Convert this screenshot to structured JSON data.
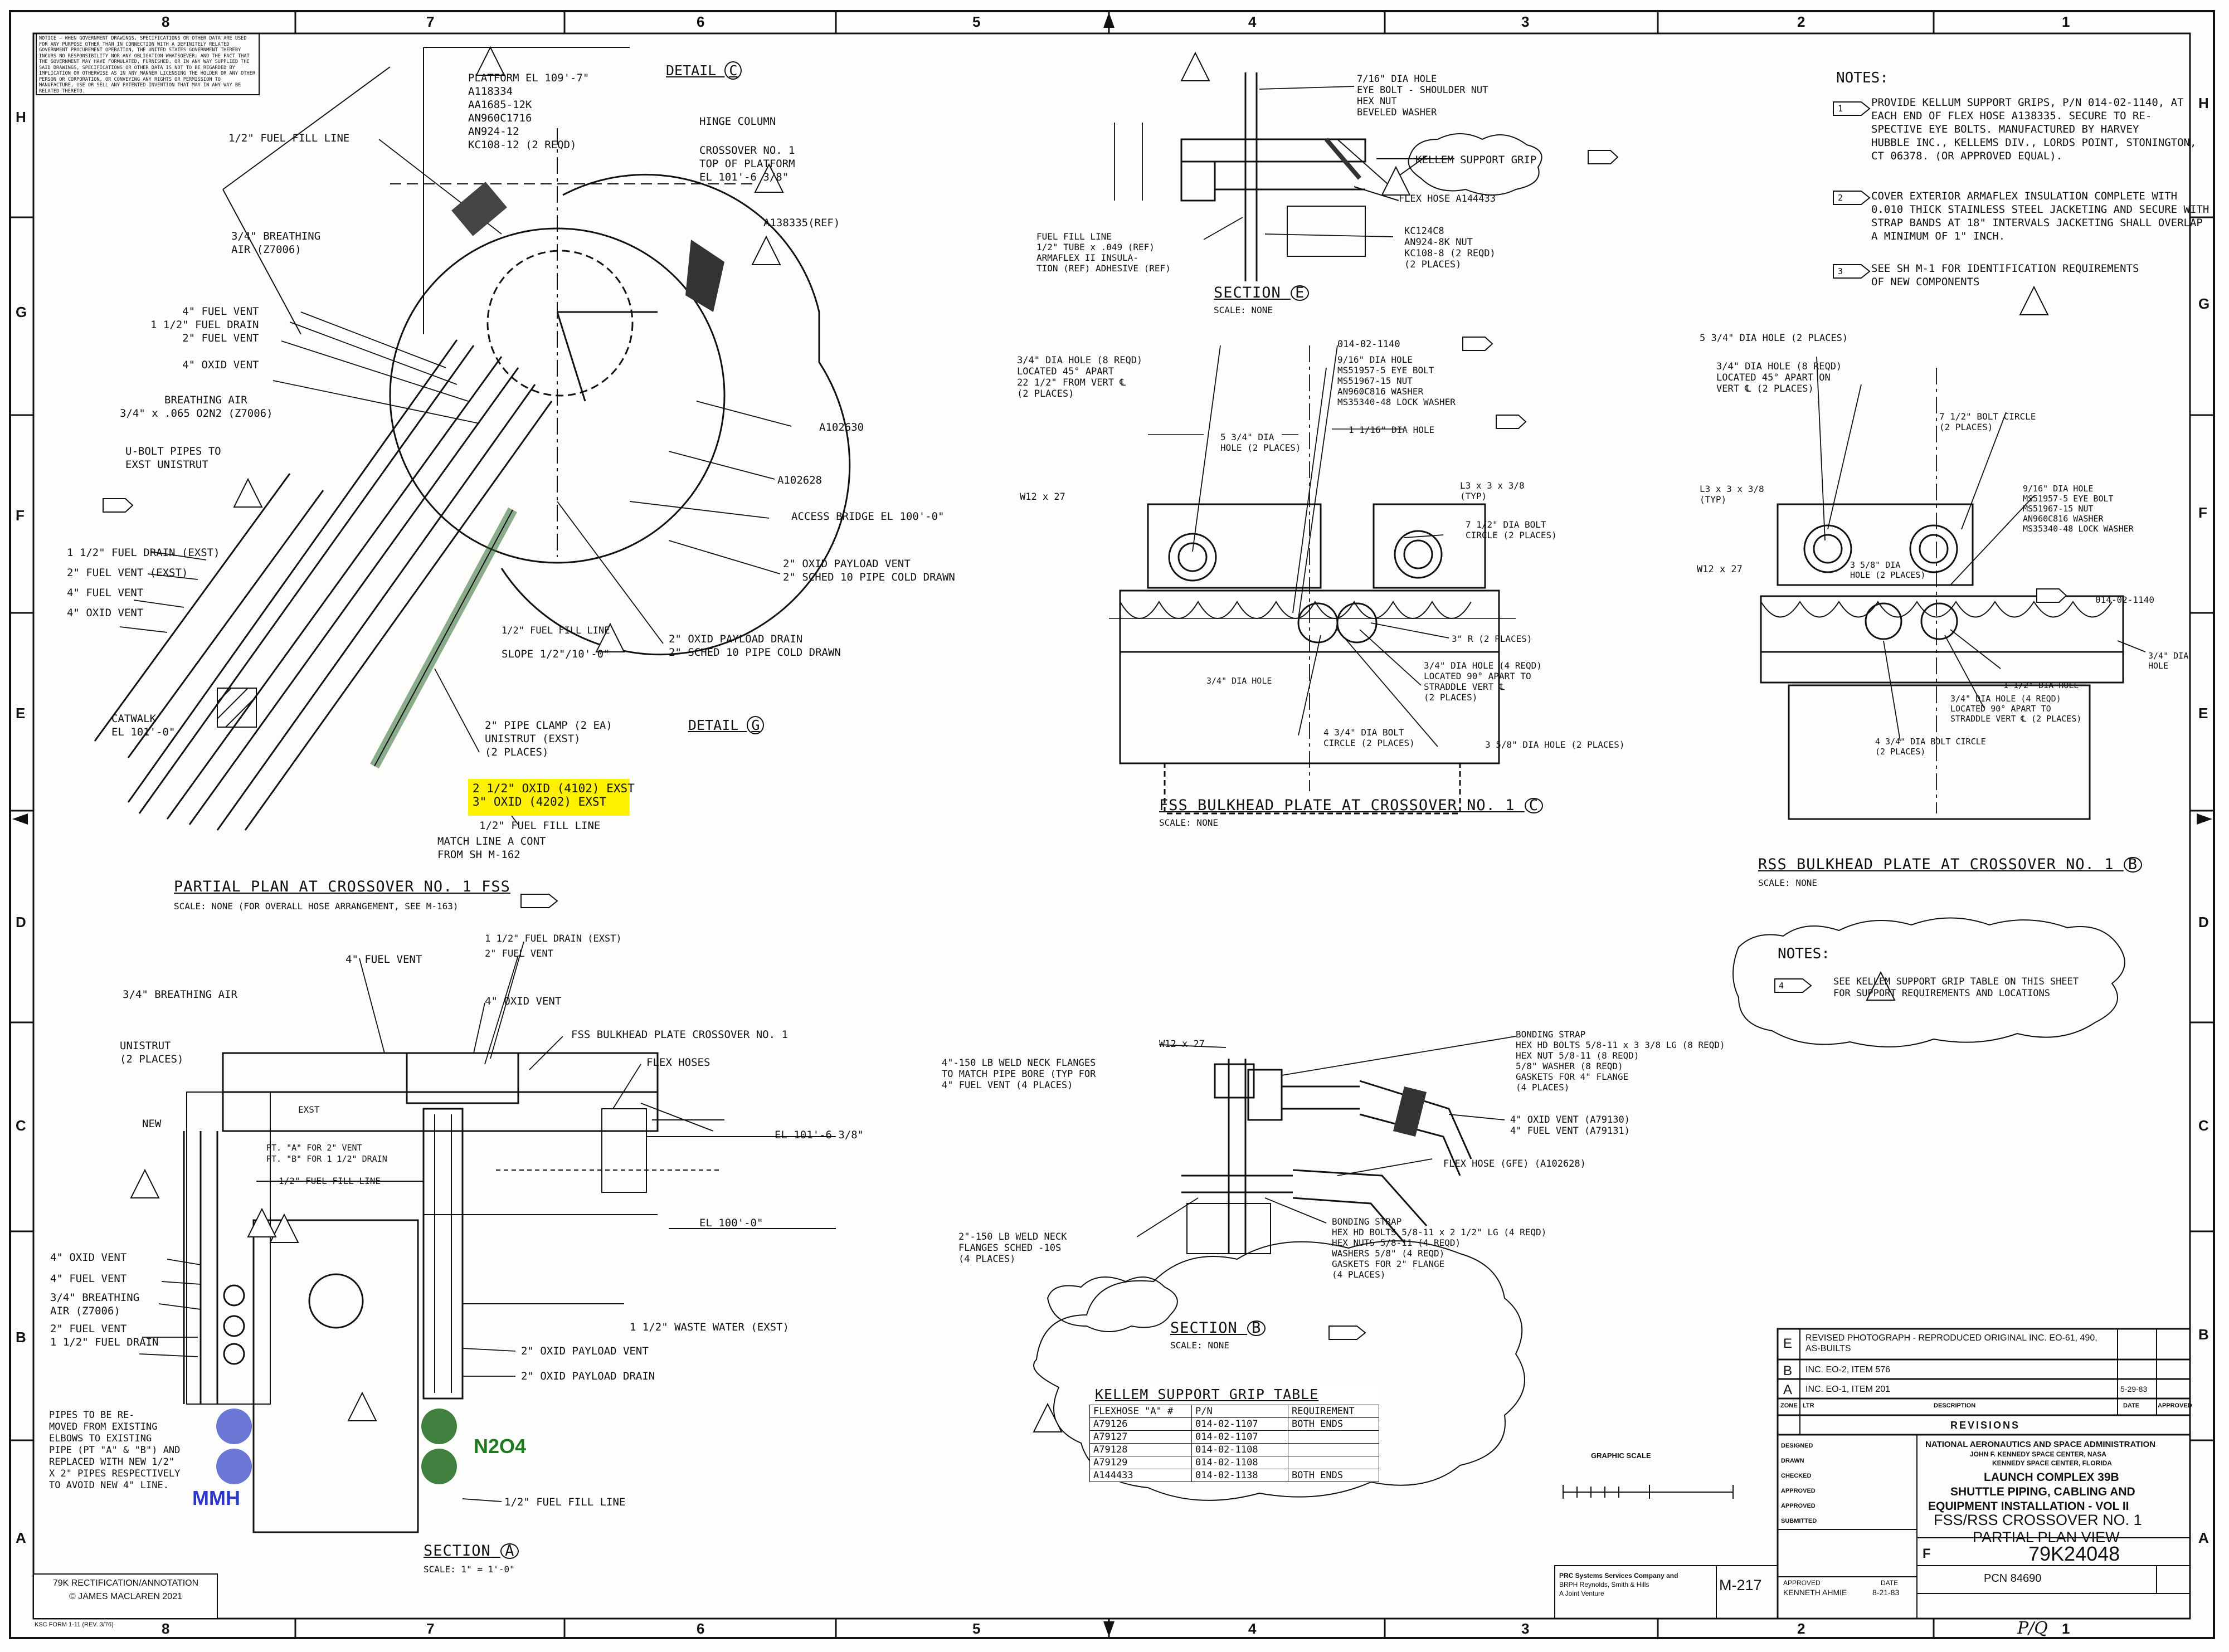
{
  "zones": {
    "top": [
      "8",
      "7",
      "6",
      "5",
      "4",
      "3",
      "2",
      "1"
    ],
    "side": [
      "H",
      "G",
      "F",
      "E",
      "D",
      "C",
      "B",
      "A"
    ]
  },
  "notice_block": "NOTICE — WHEN GOVERNMENT DRAWINGS, SPECIFICATIONS OR OTHER DATA ARE USED FOR ANY PURPOSE OTHER THAN IN CONNECTION WITH A DEFINITELY RELATED GOVERNMENT PROCUREMENT OPERATION, THE UNITED STATES GOVERNMENT THEREBY INCURS NO RESPONSIBILITY NOR ANY OBLIGATION WHATSOEVER; AND THE FACT THAT THE GOVERNMENT MAY HAVE FORMULATED, FURNISHED, OR IN ANY WAY SUPPLIED THE SAID DRAWINGS, SPECIFICATIONS OR OTHER DATA IS NOT TO BE REGARDED BY IMPLICATION OR OTHERWISE AS IN ANY MANNER LICENSING THE HOLDER OR ANY OTHER PERSON OR CORPORATION, OR CONVEYING ANY RIGHTS OR PERMISSION TO MANUFACTURE, USE OR SELL ANY PATENTED INVENTION THAT MAY IN ANY WAY BE RELATED THERETO.",
  "plan": {
    "platform": [
      "PLATFORM EL 109'-7\"",
      "A118334",
      "AA1685-12K",
      "AN960C1716",
      "AN924-12",
      "KC108-12 (2 REQD)"
    ],
    "detail_c": "DETAIL",
    "hinge": "HINGE COLUMN",
    "fuel_fill": "1/2\" FUEL FILL LINE",
    "crossover": [
      "CROSSOVER NO. 1",
      "TOP OF PLATFORM",
      "EL 101'-6 3/8\""
    ],
    "a138335": "A138335(REF)",
    "breathing": [
      "3/4\" BREATHING",
      "AIR (Z7006)"
    ],
    "vents": [
      "4\" FUEL VENT",
      "1 1/2\" FUEL DRAIN",
      "2\" FUEL VENT",
      "4\" OXID VENT"
    ],
    "breathing2": [
      "BREATHING AIR",
      "3/4\" x .065 O2N2 (Z7006)"
    ],
    "ubolt": [
      "U-BOLT PIPES TO",
      "EXST UNISTRUT"
    ],
    "a102630": "A102630",
    "a102628": "A102628",
    "access": "ACCESS BRIDGE EL 100'-0\"",
    "oxid_drain": [
      "2\" OXID PAYLOAD VENT",
      "2\" SCHED 10 PIPE COLD DRAWN"
    ],
    "oxid_drain2": [
      "2\" OXID PAYLOAD DRAIN",
      "2\" SCHED 10 PIPE COLD DRAWN"
    ],
    "left_list": [
      "1 1/2\" FUEL DRAIN (EXST)",
      "2\" FUEL VENT (EXST)",
      "4\" FUEL VENT",
      "4\" OXID VENT"
    ],
    "half_fuel": "1/2\" FUEL FILL LINE",
    "slope": "SLOPE 1/2\"/10'-0\"",
    "catwalk": [
      "CATWALK",
      "EL 101'-0\""
    ],
    "clamp": [
      "2\" PIPE CLAMP (2 EA)",
      "UNISTRUT (EXST)",
      "(2 PLACES)"
    ],
    "detail_g": "DETAIL",
    "highlight": [
      "2 1/2\" OXID (4102) EXST",
      "3\" OXID (4202) EXST"
    ],
    "fill2": "1/2\" FUEL FILL LINE",
    "match": [
      "MATCH LINE A CONT",
      "FROM SH M-162"
    ],
    "title": "PARTIAL PLAN AT CROSSOVER NO. 1 FSS",
    "scale": "SCALE: NONE (FOR OVERALL HOSE ARRANGEMENT, SEE M-163)"
  },
  "section_a": {
    "title": "SECTION",
    "scale": "SCALE: 1\" = 1'-0\"",
    "labels": [
      "4\" FUEL VENT",
      "1 1/2\" FUEL DRAIN (EXST)",
      "2\" FUEL VENT",
      "4\" OXID VENT",
      "3/4\" BREATHING AIR",
      "FSS BULKHEAD PLATE CROSSOVER NO. 1",
      "UNISTRUT",
      "(2 PLACES)",
      "FLEX HOSES",
      "EXST",
      "NEW",
      "PT. \"A\" FOR 2\" VENT",
      "PT. \"B\" FOR 1 1/2\" DRAIN",
      "1/2\" FUEL FILL LINE",
      "EL 101'-6 3/8\"",
      "EL 100'-0\"",
      "4\" OXID VENT",
      "4\" FUEL VENT",
      "3/4\" BREATHING",
      "AIR (Z7006)",
      "2\" FUEL VENT",
      "1 1/2\" FUEL DRAIN",
      "1 1/2\" WASTE WATER (EXST)",
      "2\" OXID PAYLOAD VENT",
      "2\" OXID PAYLOAD DRAIN",
      "1/2\" FUEL FILL LINE"
    ],
    "pipes_note": [
      "PIPES TO BE RE-",
      "MOVED FROM EXISTING",
      "ELBOWS TO EXISTING",
      "PIPE (PT \"A\" & \"B\") AND",
      "REPLACED WITH NEW 1/2\"",
      "X 2\" PIPES RESPECTIVELY",
      "TO AVOID NEW 4\" LINE."
    ],
    "mmh": "MMH",
    "n2o4": "N2O4"
  },
  "section_e": {
    "title": "SECTION",
    "scale": "SCALE: NONE",
    "labels": [
      "7/16\" DIA HOLE",
      "EYE BOLT - SHOULDER NUT",
      "HEX NUT",
      "BEVELED WASHER",
      "KELLEM SUPPORT GRIP",
      "FLEX HOSE A144433",
      "KC124C8",
      "AN924-8K NUT",
      "KC108-8 (2 REQD)",
      "(2 PLACES)",
      "FUEL FILL LINE",
      "1/2\" TUBE x .049 (REF)",
      "ARMAFLEX II INSULA-",
      "TION (REF) ADHESIVE (REF)"
    ]
  },
  "fss_plate": {
    "title": "FSS BULKHEAD PLATE AT CROSSOVER NO. 1",
    "scale": "SCALE: NONE",
    "labels": [
      "3/4\" DIA HOLE (8 REQD)",
      "LOCATED 45° APART",
      "22 1/2\" FROM VERT ℄",
      "(2 PLACES)",
      "014-02-1140",
      "9/16\" DIA HOLE",
      "MS51957-5 EYE BOLT",
      "MS51967-15 NUT",
      "AN960C816 WASHER",
      "MS35340-48 LOCK WASHER",
      "1 1/16\" DIA HOLE",
      "5 3/4\" DIA",
      "HOLE (2 PLACES)",
      "W12 x 27",
      "L3 x 3 x 3/8",
      "(TYP)",
      "7 1/2\" DIA BOLT",
      "CIRCLE (2 PLACES)",
      "3\" R (2 PLACES)",
      "3/4\" DIA HOLE (4 REQD)",
      "LOCATED 90° APART TO",
      "STRADDLE VERT ℄",
      "(2 PLACES)",
      "4 3/4\" DIA BOLT",
      "CIRCLE (2 PLACES)",
      "3 5/8\" DIA HOLE (2 PLACES)",
      "3/4\" DIA HOLE"
    ]
  },
  "rss_plate": {
    "title": "RSS BULKHEAD PLATE AT CROSSOVER NO. 1",
    "scale": "SCALE: NONE",
    "labels": [
      "5 3/4\" DIA HOLE (2 PLACES)",
      "3/4\" DIA HOLE (8 REQD)",
      "LOCATED 45° APART ON",
      "VERT ℄ (2 PLACES)",
      "7 1/2\" BOLT CIRCLE",
      "(2 PLACES)",
      "L3 x 3 x 3/8",
      "(TYP)",
      "W12 x 27",
      "9/16\" DIA HOLE",
      "MS51957-5 EYE BOLT",
      "MS51967-15 NUT",
      "AN960C816 WASHER",
      "MS35340-48 LOCK WASHER",
      "014-02-1140",
      "3 5/8\" DIA",
      "HOLE (2 PLACES)",
      "1 1/2\" DIA HOLE",
      "3/4\" DIA HOLE (4 REQD)",
      "LOCATED 90° APART TO",
      "STRADDLE VERT ℄ (2 PLACES)",
      "4 3/4\" DIA BOLT CIRCLE",
      "(2 PLACES)",
      "3/4\" DIA",
      "HOLE"
    ]
  },
  "section_b": {
    "title": "SECTION",
    "scale": "SCALE: NONE",
    "labels": [
      "W12 x 27",
      "4\"-150 LB WELD NECK FLANGES",
      "TO MATCH PIPE BORE (TYP FOR",
      "4\" FUEL VENT (4 PLACES)",
      "BONDING STRAP",
      "HEX HD BOLTS 5/8-11 x 3 3/8 LG (8 REQD)",
      "HEX NUT 5/8-11 (8 REQD)",
      "5/8\" WASHER (8 REQD)",
      "GASKETS FOR 4\" FLANGE",
      "(4 PLACES)",
      "4\" OXID VENT (A79130)",
      "4\" FUEL VENT (A79131)",
      "FLEX HOSE (GFE) (A102628)",
      "2\"-150 LB WELD NECK",
      "FLANGES SCHED -10S",
      "(4 PLACES)",
      "BONDING STRAP",
      "HEX HD BOLTS 5/8-11 x 2 1/2\" LG (4 REQD)",
      "HEX NUTS 5/8-11 (4 REQD)",
      "WASHERS 5/8\" (4 REQD)",
      "GASKETS FOR 2\" FLANGE",
      "(4 PLACES)"
    ]
  },
  "notes": {
    "heading": "NOTES:",
    "items": [
      {
        "num": "1",
        "text": [
          "PROVIDE KELLUM SUPPORT GRIPS, P/N 014-02-1140, AT",
          "EACH END OF FLEX HOSE A138335. SECURE TO RE-",
          "SPECTIVE EYE BOLTS. MANUFACTURED BY HARVEY",
          "HUBBLE INC., KELLEMS DIV., LORDS POINT, STONINGTON,",
          "CT 06378. (OR APPROVED EQUAL)."
        ]
      },
      {
        "num": "2",
        "text": [
          "COVER EXTERIOR ARMAFLEX INSULATION COMPLETE WITH",
          "0.010 THICK STAINLESS STEEL JACKETING AND SECURE WITH",
          "STRAP BANDS AT 18\" INTERVALS JACKETING SHALL OVERLAP",
          "A MINIMUM OF 1\" INCH."
        ]
      },
      {
        "num": "3",
        "text": [
          "SEE SH M-1 FOR IDENTIFICATION REQUIREMENTS",
          "OF NEW COMPONENTS"
        ]
      }
    ],
    "heading2": "NOTES:",
    "item4": {
      "num": "4",
      "text": [
        "SEE KELLEM SUPPORT GRIP TABLE ON THIS SHEET",
        "FOR SUPPORT REQUIREMENTS AND LOCATIONS"
      ]
    }
  },
  "grip_table": {
    "title": "KELLEM SUPPORT GRIP TABLE",
    "headers": [
      "FLEXHOSE \"A\" #",
      "P/N",
      "REQUIREMENT"
    ],
    "rows": [
      [
        "A79126",
        "014-02-1107",
        "BOTH ENDS"
      ],
      [
        "A79127",
        "014-02-1107",
        ""
      ],
      [
        "A79128",
        "014-02-1108",
        ""
      ],
      [
        "A79129",
        "014-02-1108",
        ""
      ],
      [
        "A144433",
        "014-02-1138",
        "BOTH ENDS"
      ]
    ]
  },
  "graphic_scale": "GRAPHIC SCALE",
  "revisions": {
    "rows": [
      {
        "rev": "E",
        "desc": "REVISED PHOTOGRAPH - REPRODUCED ORIGINAL INC. EO-61, 490, AS-BUILTS",
        "date": ""
      },
      {
        "rev": "B",
        "desc": "INC. EO-2, ITEM 576",
        "date": ""
      },
      {
        "rev": "A",
        "desc": "INC. EO-1, ITEM 201",
        "date": "5-29-83"
      }
    ],
    "heading": "REVISIONS",
    "cols": [
      "ZONE",
      "LTR",
      "DESCRIPTION",
      "DATE",
      "APPROVED"
    ]
  },
  "title_block": {
    "agency": "NATIONAL AERONAUTICS AND SPACE ADMINISTRATION",
    "center": "JOHN F. KENNEDY SPACE CENTER, NASA",
    "loc": "KENNEDY SPACE CENTER, FLORIDA",
    "t1": "LAUNCH COMPLEX 39B",
    "t2": "SHUTTLE PIPING, CABLING AND",
    "t3": "EQUIPMENT INSTALLATION - VOL II",
    "t4": "FSS/RSS CROSSOVER NO. 1",
    "t5": "PARTIAL PLAN VIEW",
    "dwg": "79K24048",
    "size": "F",
    "sheet": "M-217",
    "pcn": "PCN 84690",
    "approved": "APPROVED",
    "approver": "KENNETH AHMIE",
    "date_lbl": "DATE",
    "date": "8-21-83",
    "prc": [
      "PRC Systems Services Company and",
      "BRPH Reynolds, Smith & Hills",
      "A Joint Venture"
    ],
    "pq": "P/Q",
    "roles": [
      "DESIGNED",
      "DRAWN",
      "CHECKED",
      "APPROVED",
      "APPROVED",
      "SUBMITTED"
    ]
  },
  "credit": [
    "79K RECTIFICATION/ANNOTATION",
    "© JAMES MACLAREN 2021"
  ],
  "form": "KSC FORM 1-11 (REV. 3/76)"
}
